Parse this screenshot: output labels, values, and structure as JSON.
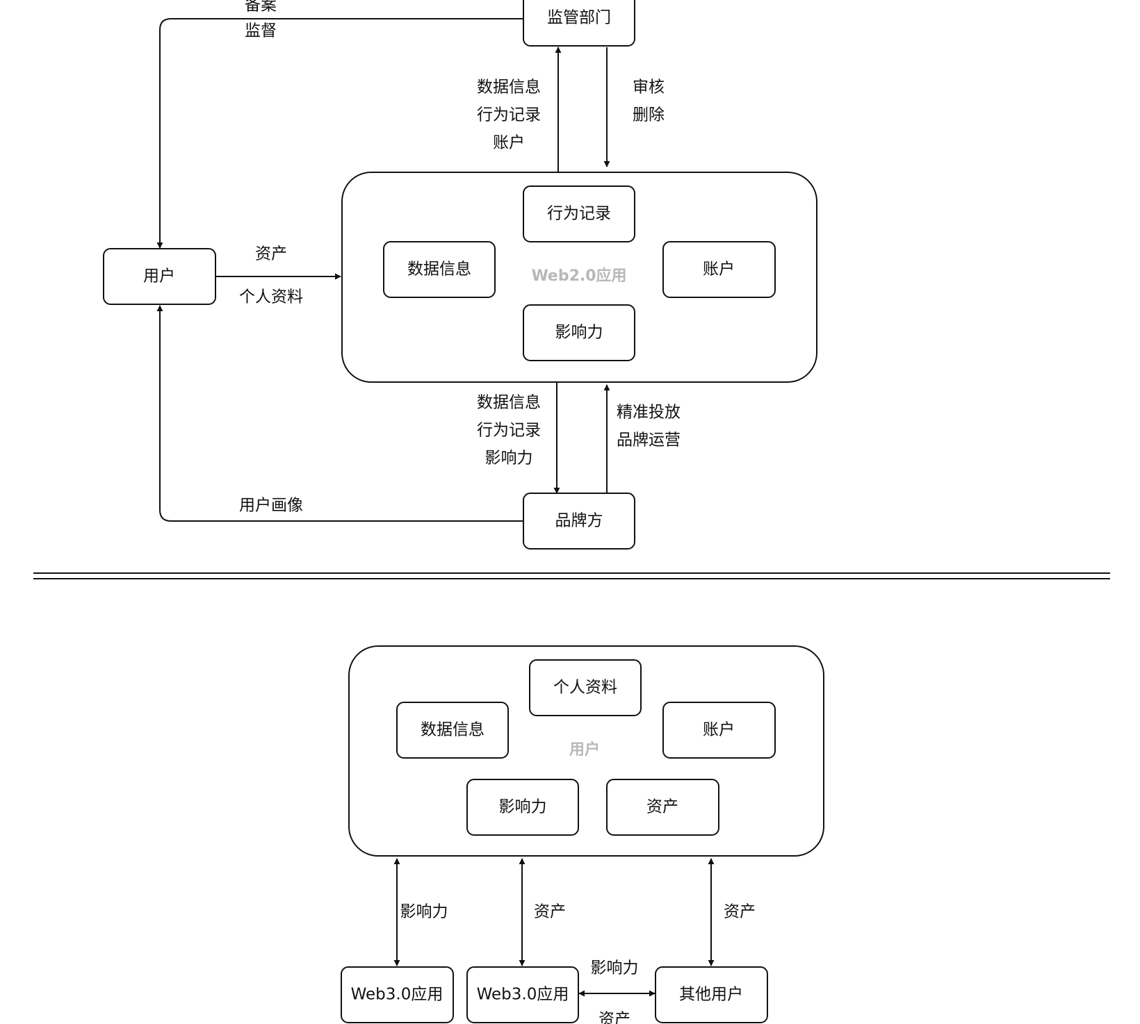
{
  "top": {
    "regulator": "监管部门",
    "user": "用户",
    "brand": "品牌方",
    "app_frame_label": "Web2.0应用",
    "app_items": {
      "behavior": "行为记录",
      "data": "数据信息",
      "account": "账户",
      "influence": "影响力"
    },
    "edges": {
      "regulator_to_user": [
        "备案",
        "监督"
      ],
      "app_to_regulator": [
        "数据信息",
        "行为记录",
        "账户"
      ],
      "regulator_to_app": [
        "审核",
        "删除"
      ],
      "user_to_app": [
        "资产",
        "个人资料"
      ],
      "app_to_brand": [
        "数据信息",
        "行为记录",
        "影响力"
      ],
      "brand_to_app": [
        "精准投放",
        "品牌运营"
      ],
      "brand_to_user": [
        "用户画像"
      ]
    }
  },
  "bottom": {
    "user_frame_label": "用户",
    "user_items": {
      "profile": "个人资料",
      "data": "数据信息",
      "account": "账户",
      "influence": "影响力",
      "assets": "资产"
    },
    "web3_app_1": "Web3.0应用",
    "web3_app_2": "Web3.0应用",
    "other_users": "其他用户",
    "edges": {
      "user_web3_1": "影响力",
      "user_web3_2": "资产",
      "user_other": "资产",
      "web3_2_other_top": "影响力",
      "web3_2_other_bottom": "资产"
    }
  }
}
